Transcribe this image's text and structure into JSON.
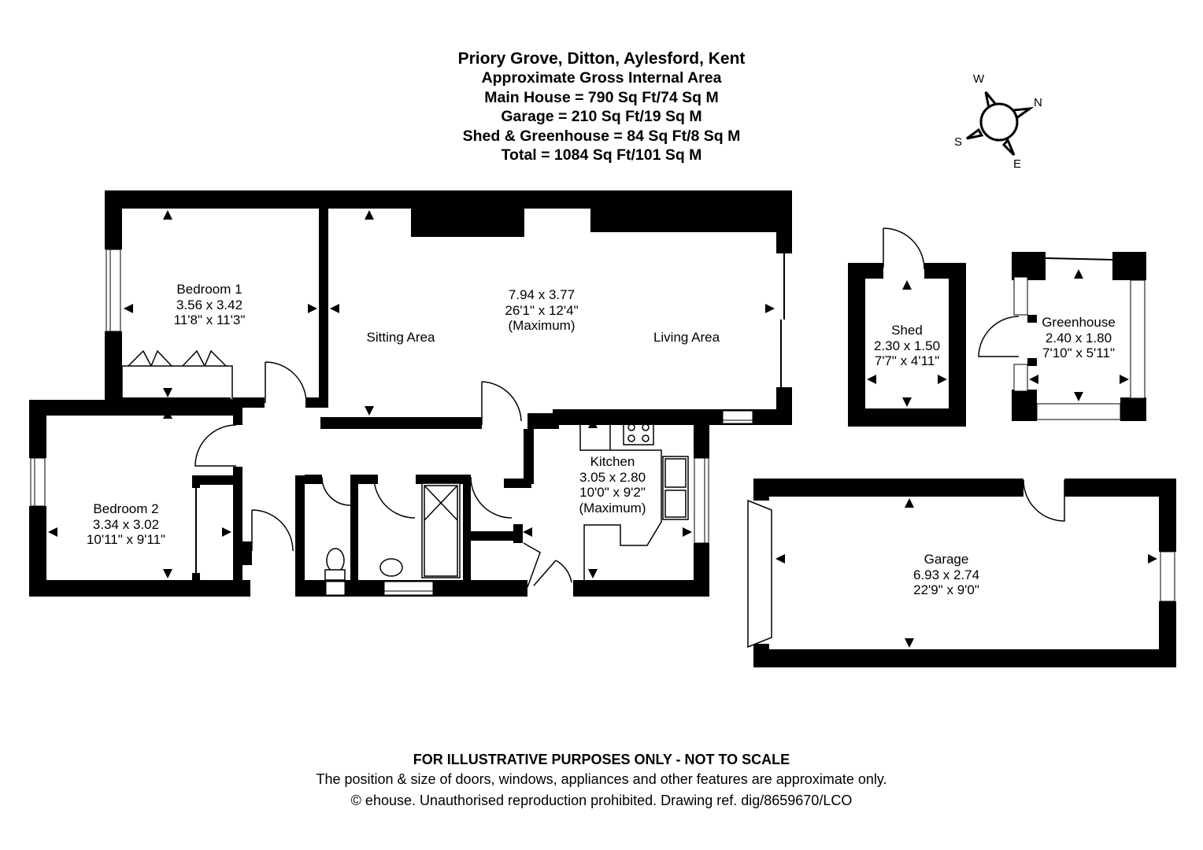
{
  "header": {
    "address": "Priory Grove, Ditton, Aylesford, Kent",
    "subtitle": "Approximate Gross Internal Area",
    "areas": [
      "Main House = 790 Sq Ft/74 Sq M",
      "Garage = 210 Sq Ft/19 Sq M",
      "Shed & Greenhouse = 84 Sq Ft/8 Sq M",
      "Total = 1084 Sq Ft/101 Sq M"
    ]
  },
  "compass": {
    "north": "N",
    "south": "S",
    "east": "E",
    "west": "W"
  },
  "rooms": {
    "bedroom1": {
      "name": "Bedroom 1",
      "metric": "3.56 x 3.42",
      "imperial": "11'8\" x 11'3\""
    },
    "sitting_living": {
      "metric": "7.94 x 3.77",
      "imperial": "26'1\" x 12'4\"",
      "note": "(Maximum)",
      "sitting": "Sitting Area",
      "living": "Living Area"
    },
    "bedroom2": {
      "name": "Bedroom 2",
      "metric": "3.34 x 3.02",
      "imperial": "10'11\" x 9'11\""
    },
    "kitchen": {
      "name": "Kitchen",
      "metric": "3.05 x 2.80",
      "imperial": "10'0\" x 9'2\"",
      "note": "(Maximum)"
    },
    "shed": {
      "name": "Shed",
      "metric": "2.30 x 1.50",
      "imperial": "7'7\" x 4'11\""
    },
    "greenhouse": {
      "name": "Greenhouse",
      "metric": "2.40 x 1.80",
      "imperial": "7'10\" x 5'11\""
    },
    "garage": {
      "name": "Garage",
      "metric": "6.93 x 2.74",
      "imperial": "22'9\" x 9'0\""
    }
  },
  "footer": {
    "disclaimer": "FOR ILLUSTRATIVE PURPOSES ONLY - NOT TO SCALE",
    "note": "The position & size of doors, windows, appliances and other features are approximate only.",
    "copyright": "© ehouse. Unauthorised reproduction prohibited. Drawing ref. dig/8659670/LCO"
  }
}
